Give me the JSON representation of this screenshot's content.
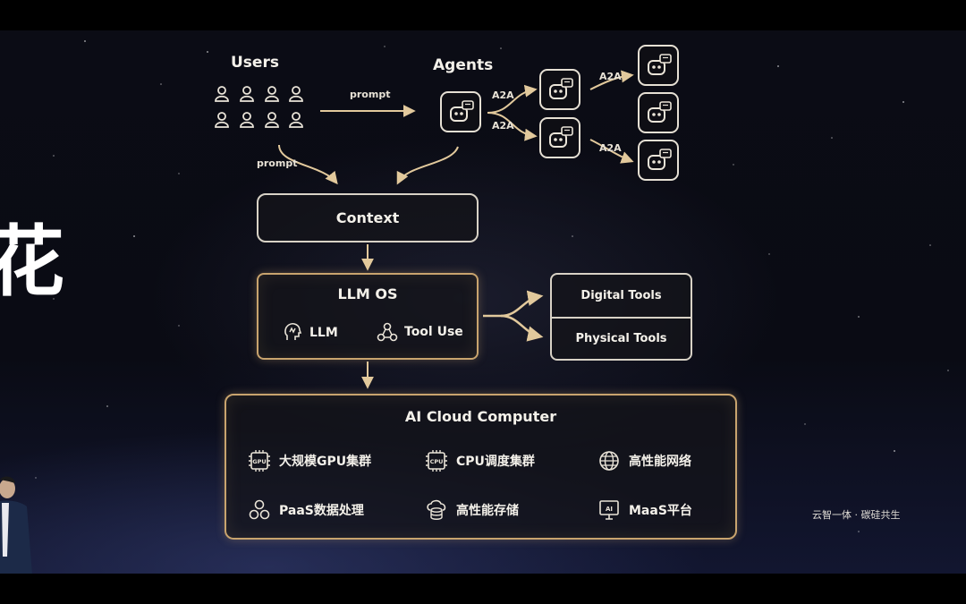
{
  "diagram": {
    "users_label": "Users",
    "agents_label": "Agents",
    "prompt_top": "prompt",
    "prompt_bottom": "prompt",
    "a2a_labels": [
      "A2A",
      "A2A",
      "A2A",
      "A2A"
    ],
    "context_label": "Context",
    "llm_os": {
      "title": "LLM OS",
      "llm_label": "LLM",
      "tool_use_label": "Tool Use"
    },
    "tools": {
      "digital": "Digital Tools",
      "physical": "Physical Tools"
    },
    "ai_cloud": {
      "title": "AI Cloud Computer",
      "items": [
        {
          "icon": "gpu-chip-icon",
          "label": "大规模GPU集群"
        },
        {
          "icon": "cpu-chip-icon",
          "label": "CPU调度集群"
        },
        {
          "icon": "network-globe-icon",
          "label": "高性能网络"
        },
        {
          "icon": "paas-hexagons-icon",
          "label": "PaaS数据处理"
        },
        {
          "icon": "cloud-storage-icon",
          "label": "高性能存储"
        },
        {
          "icon": "maas-monitor-icon",
          "label": "MaaS平台"
        }
      ],
      "gpu_icon_text": "GPU",
      "cpu_icon_text": "CPU",
      "ai_icon_text": "AI"
    },
    "side_glyph": "花",
    "logo_text": "云智一体 · 碳硅共生"
  },
  "colors": {
    "gold": "#c9a46e",
    "box_border": "#d8d2c6",
    "text": "#f4f1ea",
    "background": "#0a0b14"
  }
}
